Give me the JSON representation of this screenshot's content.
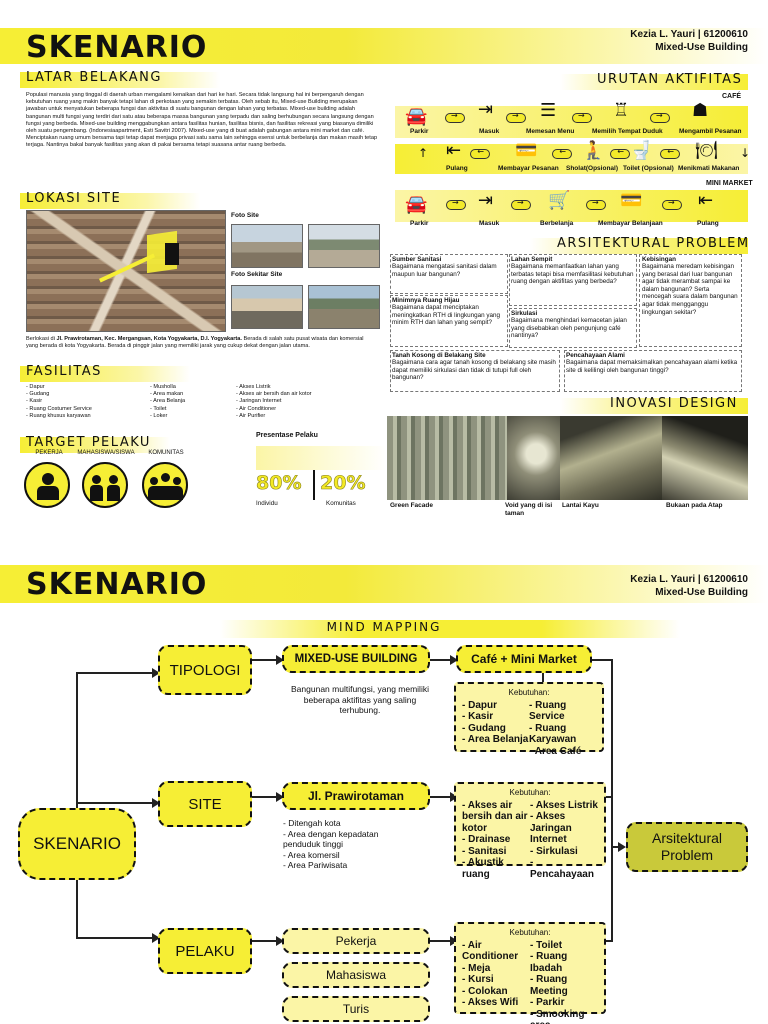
{
  "page1": {
    "logo": "SKENARIO",
    "author": "Kezia L. Yauri | 61200610",
    "project": "Mixed-Use Building",
    "latar": {
      "title": "LATAR BELAKANG",
      "text": "Populasi manusia yang tinggal di daerah urban mengalami kenaikan dari hari ke hari. Secara tidak langsung hal ini berpengaruh dengan kebutuhan ruang yang makin banyak tetapi lahan di perkotaan yang semakin terbatas. Oleh sebab itu, Mixed-use Building merupakan jawaban untuk menyatukan beberapa fungsi dan aktivitas di suatu bangunan dengan lahan yang terbatas. Mixed-use building adalah bangunan multi fungsi yang terdiri dari satu atau beberapa massa bangunan yang terpadu dan saling berhubungan secara langsung dengan fungsi yang berbeda. Mixed-use building menggabungkan antara fasilitas hunian, fasilitas bisnis, dan fasilitas rekreasi yang biasanya dimiliki oleh suatu pengembang. (Indonesiaapartment, Esti Savitri 2007). Mixed-use yang di buat adalah gabungan antara mini market dan café. Menciptakan ruang umum bersama tapi tetap dapat menjaga privasi satu sama lain sehingga esensi untuk berbelanja dan makan masih tetap terjaga. Nantinya bakal banyak fasilitas yang akan di pakai bersama tetapi suasana antar ruang berbeda."
    },
    "lokasi": {
      "title": "LOKASI SITE",
      "foto_site": "Foto Site",
      "foto_sekitar": "Foto Sekitar Site",
      "caption_prefix": "Berlokasi di ",
      "caption_bold": "Jl. Prawirotaman, Kec. Mergangsan, Kota Yogyakarta, D.I. Yogyakarta.",
      "caption_rest": "Berada di salah satu pusat wisata dan komersial yang berada di kota Yogyakarta. Berada di pinggir jalan yang memiliki jarak yang cukup dekat dengan jalan utama."
    },
    "fasilitas": {
      "title": "FASILITAS",
      "col1": [
        "- Dapur",
        "- Gudang",
        "- Kasir",
        "- Ruang Costumer Service",
        "- Ruang khusus karyawan"
      ],
      "col2": [
        "- Musholla",
        "- Area makan",
        "- Area Belanja",
        "- Toilet",
        "- Loker"
      ],
      "col3": [
        "- Akses Listrik",
        "- Akses air bersih dan air kotor",
        "- Jaringan Internet",
        "- Air Conditioner",
        "- Air Purifier"
      ]
    },
    "target": {
      "title": "TARGET PELAKU",
      "groups": [
        "PEKERJA",
        "MAHASISWA/SISWA",
        "KOMUNITAS"
      ],
      "presentase_title": "Presentase Pelaku",
      "pct1": "80%",
      "label1": "Individu",
      "pct2": "20%",
      "label2": "Komunitas"
    },
    "urutan": {
      "title": "URUTAN AKTIFITAS",
      "cafe_label": "CAFÉ",
      "cafe_row1": [
        "Parkir",
        "Masuk",
        "Memesan Menu",
        "Memilih Tempat Duduk",
        "Mengambil Pesanan"
      ],
      "cafe_row2": [
        "Pulang",
        "Membayar Pesanan",
        "Sholat(Opsional)",
        "Toilet (Opsional)",
        "Menikmati Makanan"
      ],
      "mini_label": "MINI MARKET",
      "mini_row": [
        "Parkir",
        "Masuk",
        "Berbelanja",
        "Membayar Belanjaan",
        "Pulang"
      ]
    },
    "problem": {
      "title": "ARSITEKTURAL PROBLEM",
      "items": [
        {
          "h": "Sumber Sanitasi",
          "t": "Bagaimana mengatasi sanitasi dalam maupun luar bangunan?"
        },
        {
          "h": "Minimnya Ruang Hijau",
          "t": "Bagaimana dapat menciptakan meningkatkan RTH di lingkungan yang minim RTH dan lahan yang sempit?"
        },
        {
          "h": "Tanah Kosong di Belakang Site",
          "t": "Bagaimana cara agar tanah kosong di belakang site masih dapat memiliki sirkulasi dan tidak di tutupi full oleh bangunan?"
        },
        {
          "h": "Lahan Sempit",
          "t": "Bagaimana memanfaatkan lahan yang terbatas tetapi bisa memfasilitasi kebutuhan ruang dengan aktifitas yang berbeda?"
        },
        {
          "h": "Sirkulasi",
          "t": "Bagaimana menghindari kemacetan jalan yang disebabkan oleh pengunjung café nantinya?"
        },
        {
          "h": "Pencahayaan Alami",
          "t": "Bagaimana dapat memaksimalkan pencahayaan alami ketika site di kelilingi oleh bangunan tinggi?"
        },
        {
          "h": "Kebisingan",
          "t": "Bagaimana meredam kebisingan yang berasal dari luar bangunan agar tidak merambat sampai ke dalam bangunan? Serta mencegah suara dalam bangunan agar tidak mengganggu lingkungan sekitar?"
        }
      ]
    },
    "inovasi": {
      "title": "INOVASI DESIGN",
      "captions": [
        "Green Facade",
        "Void yang di isi taman",
        "Lantai Kayu",
        "Bukaan pada Atap"
      ]
    }
  },
  "page2": {
    "logo": "SKENARIO",
    "author": "Kezia L. Yauri | 61200610",
    "project": "Mixed-Use Building",
    "mind_title": "MIND MAPPING",
    "root": "SKENARIO",
    "branches": {
      "tipologi": "TIPOLOGI",
      "site": "SITE",
      "pelaku": "PELAKU"
    },
    "mixed_use": "MIXED-USE BUILDING",
    "mixed_desc": "Bangunan multifungsi, yang memiliki beberapa aktifitas yang saling terhubung.",
    "cafe_mini": "Café + Mini Market",
    "kebutuhan_label": "Kebutuhan:",
    "kb1_left": [
      "- Dapur",
      "- Kasir",
      "- Gudang",
      "- Area Belanja"
    ],
    "kb1_right": [
      "- Ruang Service",
      "- Ruang Karyawan",
      "- Area Café"
    ],
    "jalan": "Jl. Prawirotaman",
    "site_desc": [
      "- Ditengah kota",
      "- Area dengan kepadatan penduduk tinggi",
      "- Area komersil",
      "- Area Pariwisata"
    ],
    "kb2_left": [
      "- Akses air bersih dan air kotor",
      "- Drainase",
      "- Sanitasi",
      "- Akustik ruang"
    ],
    "kb2_right": [
      "- Akses Listrik",
      "- Akses Jaringan Internet",
      "- Sirkulasi",
      "- Pencahayaan"
    ],
    "pelaku_items": [
      "Pekerja",
      "Mahasiswa",
      "Turis"
    ],
    "kb3_left": [
      "- Air Conditioner",
      "- Meja",
      "- Kursi",
      "- Colokan",
      "- Akses Wifi"
    ],
    "kb3_right": [
      "- Toilet",
      "- Ruang Ibadah",
      "- Ruang Meeting",
      "- Parkir",
      "- Smooking area"
    ],
    "problem_node": "Arsitektural Problem"
  }
}
